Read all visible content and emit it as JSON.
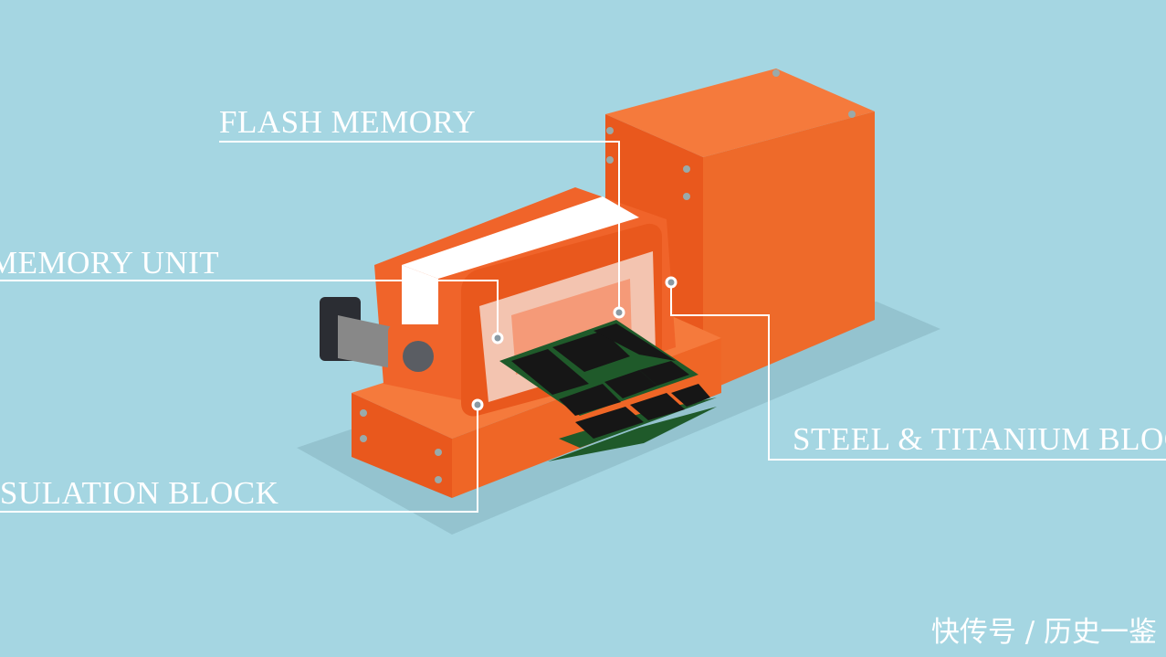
{
  "labels": {
    "flash_memory": "FLASH MEMORY",
    "memory_unit": "MEMORY UNIT",
    "insulation_block": "INSULATION BLOCK",
    "steel_titanium_block": "STEEL & TITANIUM BLOCK"
  },
  "watermark": "快传号 / 历史一鉴",
  "colors": {
    "background": "#a5d6e2",
    "orange": "#f0642a",
    "orange_dark": "#d9531f",
    "board_green": "#1f5a2a",
    "chip": "#161616",
    "leader_line": "#ffffff"
  }
}
